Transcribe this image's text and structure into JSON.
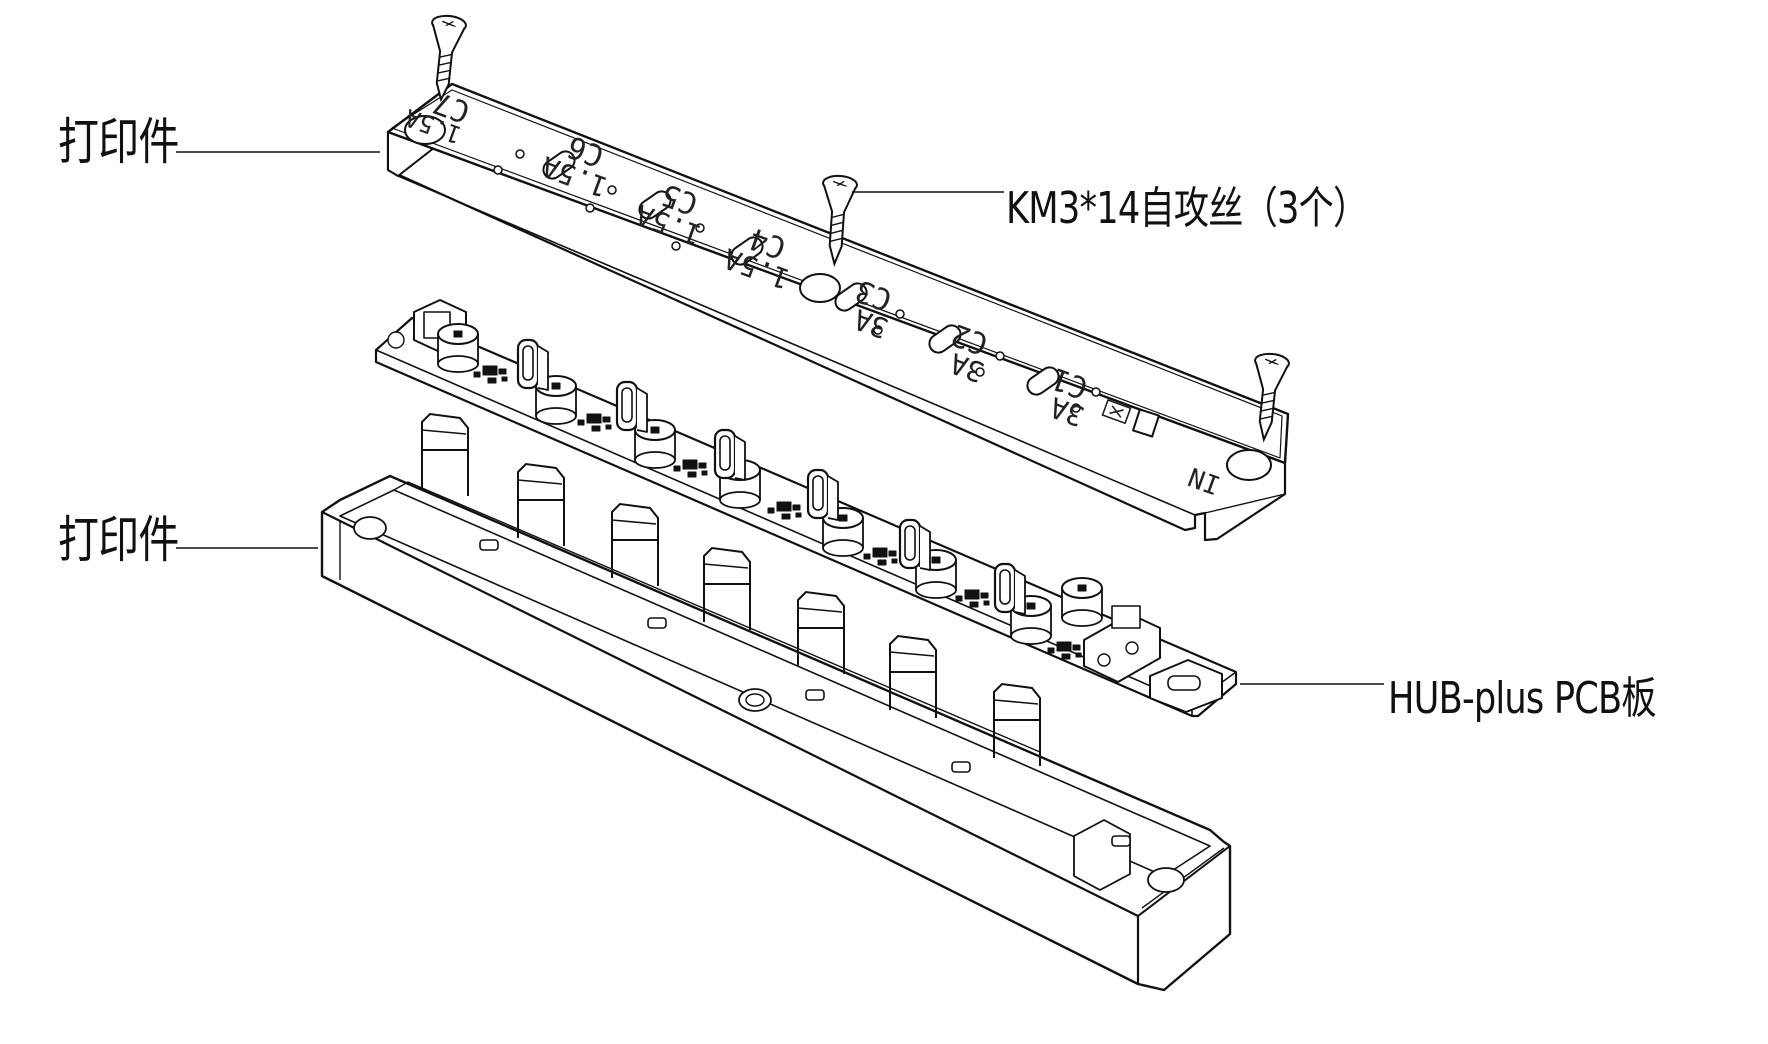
{
  "diagram": {
    "callouts": {
      "top_part": "打印件",
      "bottom_part": "打印件",
      "screw": "KM3*14自攻丝（3个）",
      "pcb": "HUB-plus  PCB板"
    },
    "lid_markings": [
      {
        "port": "C7",
        "current": "1.5A"
      },
      {
        "port": "C6",
        "current": "1.5A"
      },
      {
        "port": "C5",
        "current": "1.5A"
      },
      {
        "port": "C4",
        "current": "1.5A"
      },
      {
        "port": "C3",
        "current": "3A"
      },
      {
        "port": "C2",
        "current": "3A"
      },
      {
        "port": "C1",
        "current": "3A"
      }
    ],
    "lid_extra_marks": {
      "in_mark": "IN"
    },
    "colors": {
      "line": "#111111",
      "fill": "#ffffff"
    }
  }
}
